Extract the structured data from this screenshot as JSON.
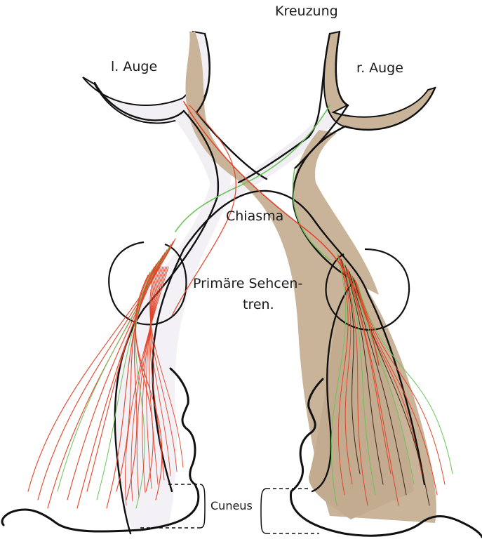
{
  "labels": {
    "kreuzung": "Kreuzung",
    "left_eye": "l. Auge",
    "right_eye": "r. Auge",
    "chiasma": "Chiasma",
    "primary_centers_line1": "Primäre Sehcen-",
    "primary_centers_line2": "tren.",
    "cuneus": "Cuneus"
  },
  "colors": {
    "outline": "#111111",
    "uncrossed_fibers_left": "#f2f0f5",
    "crossed_fibers_right": "#c9b49a",
    "red_fibers": "#e0452a",
    "green_fibers": "#6cc35a"
  }
}
